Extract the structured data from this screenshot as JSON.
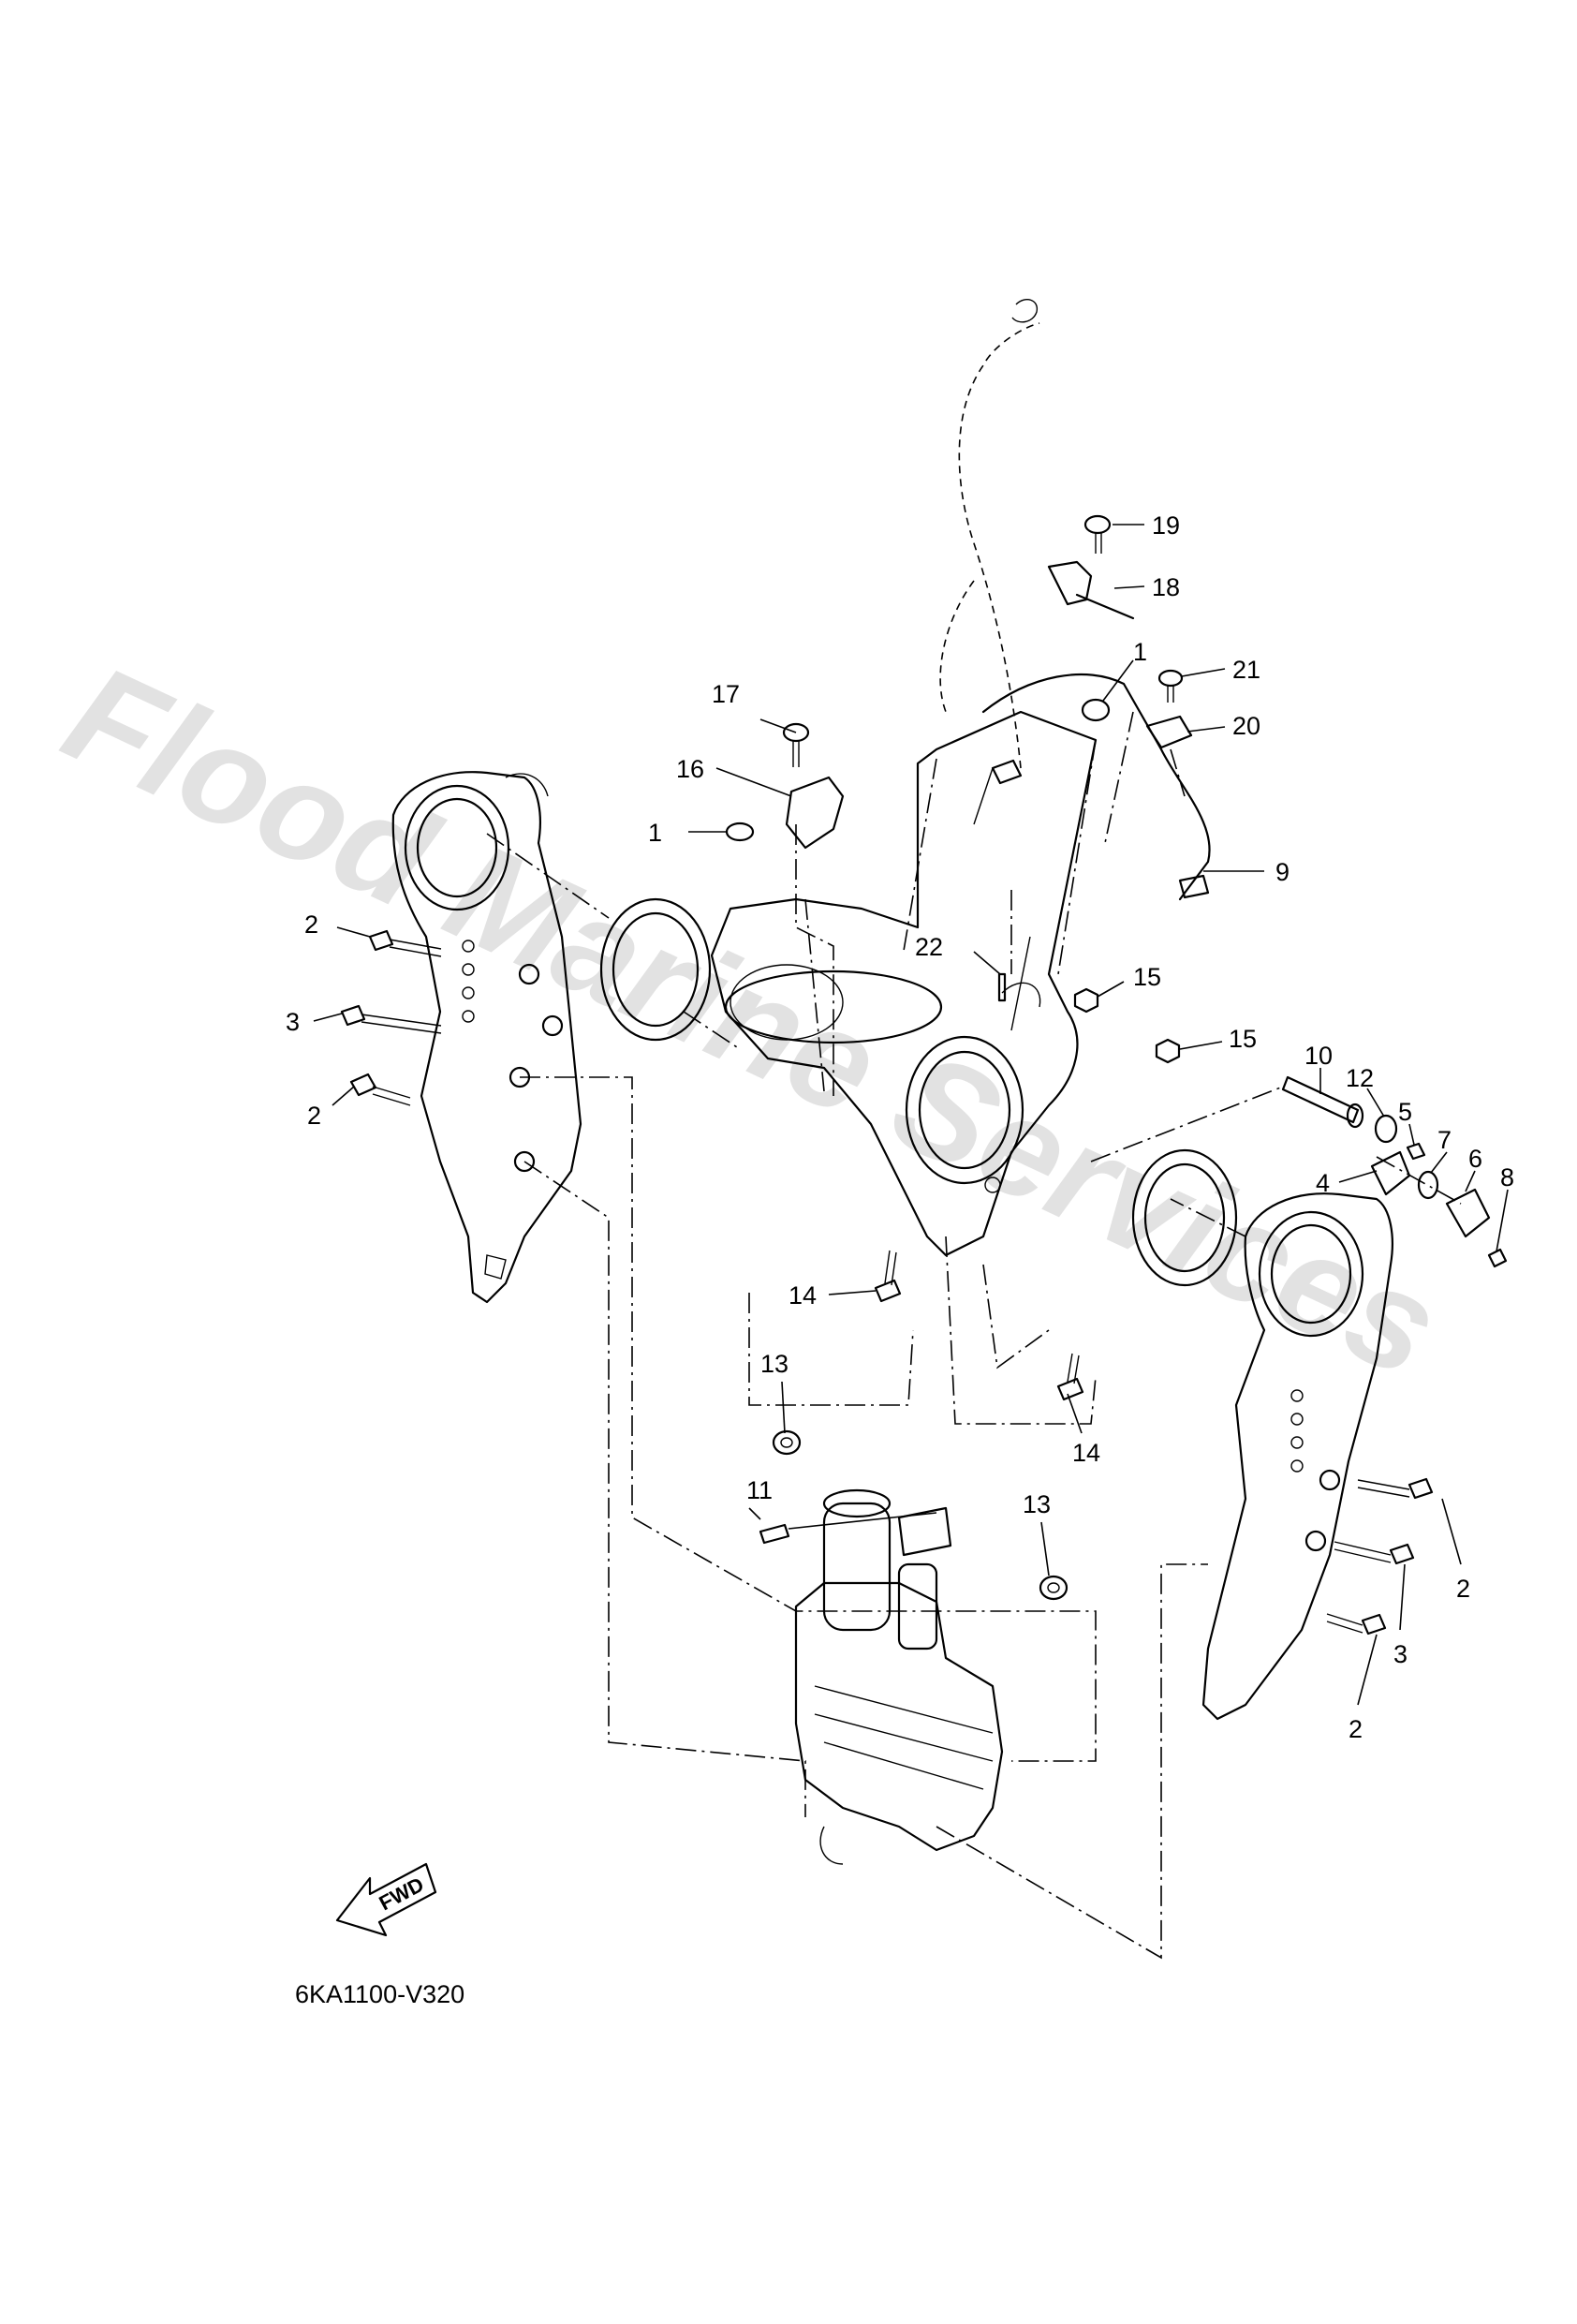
{
  "diagram_code": "6KA1100-V320",
  "watermark": "Flood Marine Services",
  "fwd_label": "FWD",
  "callouts": [
    {
      "id": "c19",
      "label": "19"
    },
    {
      "id": "c18",
      "label": "18"
    },
    {
      "id": "c1a",
      "label": "1"
    },
    {
      "id": "c21",
      "label": "21"
    },
    {
      "id": "c17",
      "label": "17"
    },
    {
      "id": "c20",
      "label": "20"
    },
    {
      "id": "c16",
      "label": "16"
    },
    {
      "id": "c1b",
      "label": "1"
    },
    {
      "id": "c9",
      "label": "9"
    },
    {
      "id": "c2a",
      "label": "2"
    },
    {
      "id": "c22",
      "label": "22"
    },
    {
      "id": "c15a",
      "label": "15"
    },
    {
      "id": "c3a",
      "label": "3"
    },
    {
      "id": "c15b",
      "label": "15"
    },
    {
      "id": "c10",
      "label": "10"
    },
    {
      "id": "c12",
      "label": "12"
    },
    {
      "id": "c5",
      "label": "5"
    },
    {
      "id": "c7",
      "label": "7"
    },
    {
      "id": "c6",
      "label": "6"
    },
    {
      "id": "c8",
      "label": "8"
    },
    {
      "id": "c2b",
      "label": "2"
    },
    {
      "id": "c4",
      "label": "4"
    },
    {
      "id": "c14a",
      "label": "14"
    },
    {
      "id": "c13a",
      "label": "13"
    },
    {
      "id": "c14b",
      "label": "14"
    },
    {
      "id": "c11",
      "label": "11"
    },
    {
      "id": "c13b",
      "label": "13"
    },
    {
      "id": "c2c",
      "label": "2"
    },
    {
      "id": "c3b",
      "label": "3"
    },
    {
      "id": "c2d",
      "label": "2"
    }
  ]
}
